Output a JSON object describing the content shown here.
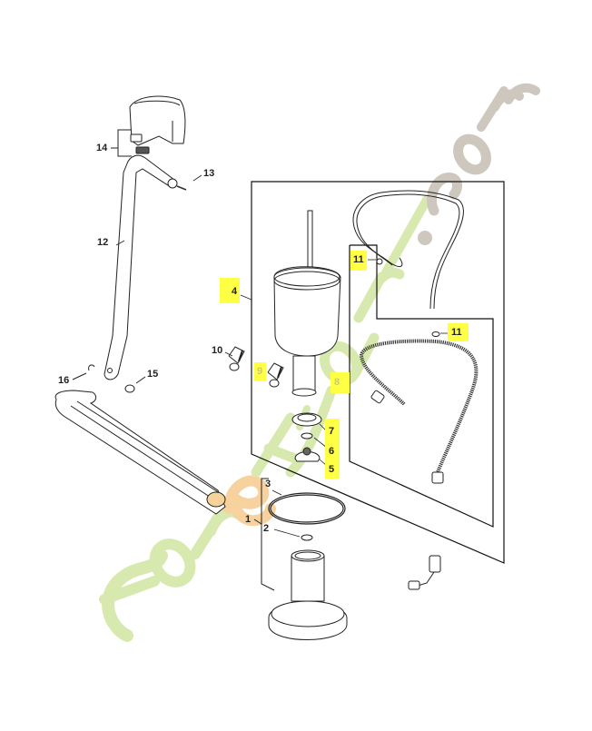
{
  "diagram": {
    "type": "exploded-parts-diagram",
    "watermark": {
      "text_main": "foret'jardin",
      "text_suffix": ".com",
      "colors": {
        "green": "#cfe4a0",
        "orange": "#f5c98a",
        "grey": "#c8c0b6"
      }
    },
    "highlight_color": "#ffff44",
    "callouts": [
      {
        "id": "1",
        "label": "1",
        "highlighted": false
      },
      {
        "id": "2",
        "label": "2",
        "highlighted": false
      },
      {
        "id": "3",
        "label": "3",
        "highlighted": false
      },
      {
        "id": "4",
        "label": "4",
        "highlighted": true
      },
      {
        "id": "5",
        "label": "5",
        "highlighted": true
      },
      {
        "id": "6",
        "label": "6",
        "highlighted": true
      },
      {
        "id": "7",
        "label": "7",
        "highlighted": true
      },
      {
        "id": "8",
        "label": "8",
        "highlighted": true
      },
      {
        "id": "9",
        "label": "9",
        "highlighted": true
      },
      {
        "id": "10",
        "label": "10",
        "highlighted": false
      },
      {
        "id": "11a",
        "label": "11",
        "highlighted": true
      },
      {
        "id": "11b",
        "label": "11",
        "highlighted": true
      },
      {
        "id": "12",
        "label": "12",
        "highlighted": false
      },
      {
        "id": "13",
        "label": "13",
        "highlighted": false
      },
      {
        "id": "14",
        "label": "14",
        "highlighted": false
      },
      {
        "id": "15",
        "label": "15",
        "highlighted": false
      },
      {
        "id": "16",
        "label": "16",
        "highlighted": false
      }
    ],
    "parts": [
      {
        "id": "1",
        "name": "base-housing"
      },
      {
        "id": "2",
        "name": "small-washer"
      },
      {
        "id": "3",
        "name": "o-ring-large"
      },
      {
        "id": "4",
        "name": "tank-cylinder-assembly"
      },
      {
        "id": "5",
        "name": "valve-seat"
      },
      {
        "id": "6",
        "name": "small-seal"
      },
      {
        "id": "7",
        "name": "seal-ring"
      },
      {
        "id": "8",
        "name": "hose-kit"
      },
      {
        "id": "9",
        "name": "clip-spring"
      },
      {
        "id": "10",
        "name": "clip-spring"
      },
      {
        "id": "11",
        "name": "hose-clamp"
      },
      {
        "id": "12",
        "name": "lever-rod"
      },
      {
        "id": "13",
        "name": "pin"
      },
      {
        "id": "14",
        "name": "handle-grip-kit"
      },
      {
        "id": "15",
        "name": "bushing"
      },
      {
        "id": "16",
        "name": "circlip"
      }
    ]
  }
}
